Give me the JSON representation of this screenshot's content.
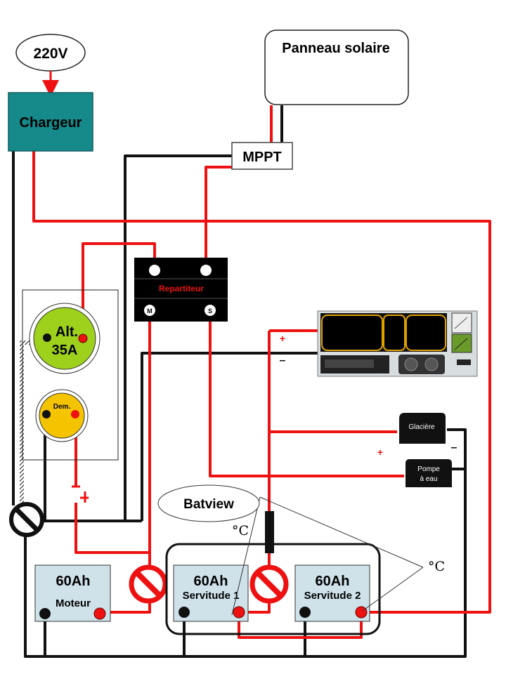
{
  "sources": {
    "mains": "220V",
    "solar": "Panneau solaire"
  },
  "charger": "Chargeur",
  "mppt": "MPPT",
  "distributor": {
    "label": "Repartiteur",
    "terminal_m": "M",
    "terminal_s": "S"
  },
  "alternator": {
    "line1": "Alt.",
    "line2": "35A"
  },
  "starter": "Dem.",
  "batteries": [
    {
      "capacity": "60Ah",
      "role": "Moteur"
    },
    {
      "capacity": "60Ah",
      "role": "Servitude 1"
    },
    {
      "capacity": "60Ah",
      "role": "Servitude 2"
    }
  ],
  "monitor": "Batview",
  "loads": {
    "fridge": "Glacière",
    "pump_line1": "Pompe",
    "pump_line2": "à eau"
  },
  "temp_symbol_1": "°C",
  "temp_symbol_2": "°C",
  "polarity": {
    "plus": "+",
    "minus": "–"
  },
  "colors": {
    "positive": "#ee1111",
    "negative": "#111111",
    "charger": "#168a8a",
    "alt": "#9ed11c",
    "starter": "#f5c400",
    "battery": "#cfe2ea"
  }
}
